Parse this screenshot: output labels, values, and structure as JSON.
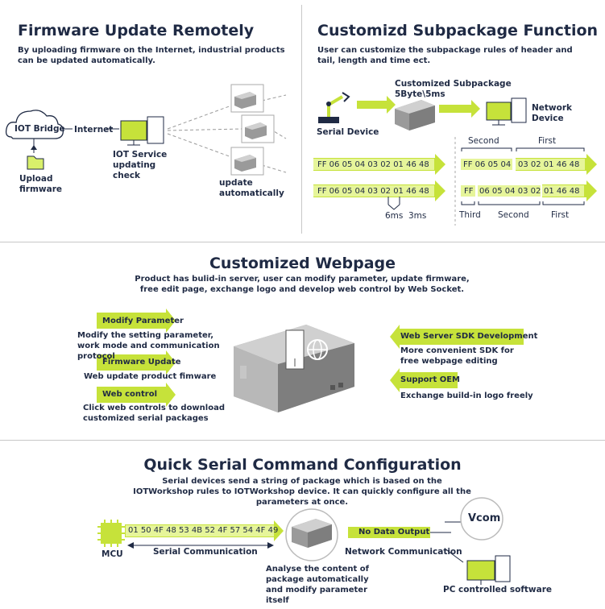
{
  "firmware": {
    "title": "Firmware Update Remotely",
    "desc": "By uploading firmware on the Internet, industrial products can be updated automatically.",
    "iot_bridge": "IOT Bridge",
    "internet": "Internet",
    "service": "IOT Service updating check",
    "upload": "Upload firmware",
    "update_auto": "update automatically"
  },
  "subpackage": {
    "title": "Customizd Subpackage Function",
    "desc": "User can customize the subpackage rules of header and tail, length and time ect.",
    "custom_label": "Customized Subpackage",
    "rule": "5Byte\\5ms",
    "serial_device": "Serial Device",
    "network_device": "Network Device",
    "row1_data": "FF 06 05 04 03 02 01 46 48",
    "row1_second_label": "Second",
    "row1_first_label": "First",
    "row1_second": "FF 06 05 04",
    "row1_first": "03 02 01 46 48",
    "row2_data": "FF 06 05 04 03 02 01 46 48",
    "row2_third": "FF",
    "row2_second": "06 05 04 03 02",
    "row2_first": "01 46 48",
    "t1": "6ms",
    "t2": "3ms",
    "third_label": "Third",
    "second_label": "Second",
    "first_label": "First"
  },
  "webpage": {
    "title": "Customized Webpage",
    "desc": "Product has bulid-in server, user can modify parameter, update firmware, free edit page, exchange logo and develop web control by Web Socket.",
    "modify_tag": "Modify Parameter",
    "modify_desc": "Modify the setting parameter, work mode and communication protocol",
    "fw_tag": "Firmware Update",
    "fw_desc": "Web update product fimware",
    "web_tag": "Web control",
    "web_desc": "Click web controls to download customized serial packages",
    "sdk_tag": "Web Server SDK Development",
    "sdk_desc": "More convenient SDK for free webpage editing",
    "oem_tag": "Support OEM",
    "oem_desc": "Exchange build-in logo freely"
  },
  "quick": {
    "title": "Quick Serial Command Configuration",
    "desc": "Serial devices send a string of package which is based on the IOTWorkshop rules to IOTWorkshop device. It can quickly configure all the parameters at once.",
    "mcu": "MCU",
    "packet": "01 50 4F 48 53 4B 52 4F 57 54 4F 49",
    "serial_comm": "Serial Communication",
    "analyse": "Analyse the content of package automatically and modify parameter itself",
    "no_data": "No Data Output",
    "network_comm": "Network Communication",
    "vcom": "Vcom",
    "pc": "PC controlled software"
  },
  "colors": {
    "accent": "#c6e23a",
    "light_accent": "#e6f59a",
    "text": "#1f2a44"
  }
}
